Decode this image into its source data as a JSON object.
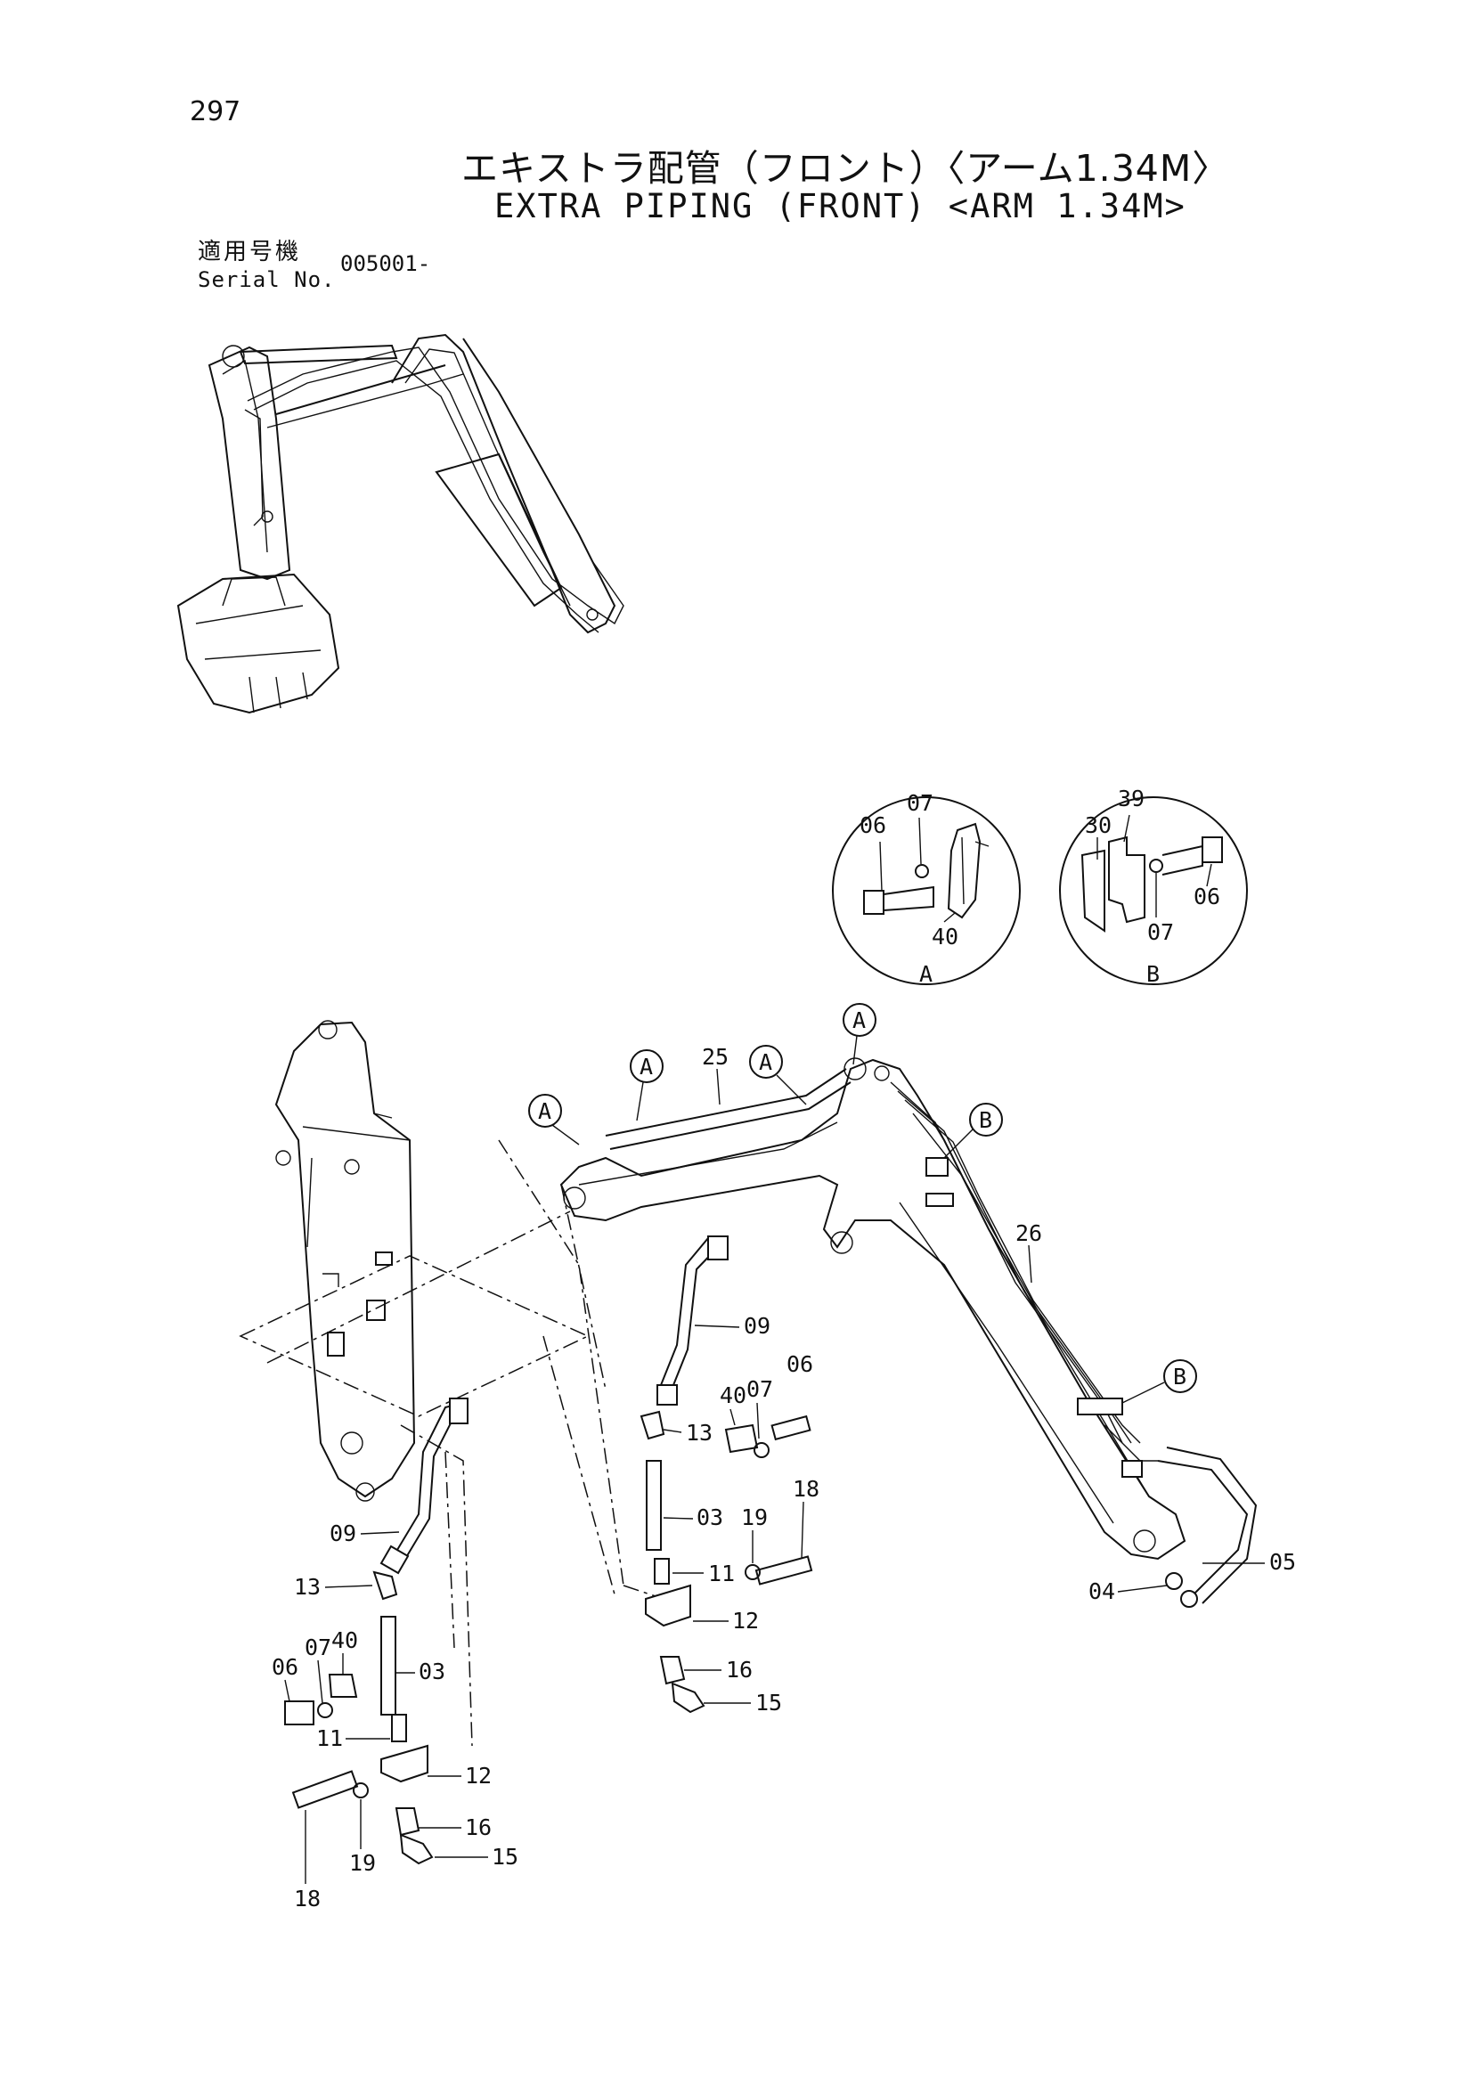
{
  "header": {
    "page_number": "297",
    "title_jp": "エキストラ配管（フロント）〈アーム1.34M〉",
    "title_en": "EXTRA PIPING (FRONT) <ARM 1.34M>",
    "serial_label_jp": "適用号機",
    "serial_label_en": "Serial No.",
    "serial_value": "005001-"
  },
  "detail_views": {
    "A": {
      "label": "A",
      "parts": [
        "06",
        "07",
        "40"
      ]
    },
    "B": {
      "label": "B",
      "parts": [
        "30",
        "39",
        "07",
        "06"
      ]
    }
  },
  "view_markers": [
    "A",
    "A",
    "A",
    "A",
    "B",
    "B"
  ],
  "part_callouts": {
    "p25": "25",
    "p26": "26",
    "p09a": "09",
    "p09b": "09",
    "p40a": "40",
    "p07a": "07",
    "p06a": "06",
    "p13a": "13",
    "p03a": "03",
    "p19a": "19",
    "p18a": "18",
    "p11a": "11",
    "p12a": "12",
    "p16a": "16",
    "p15a": "15",
    "p04": "04",
    "p05": "05",
    "p13b": "13",
    "p06b": "06",
    "p07b": "07",
    "p40b": "40",
    "p03b": "03",
    "p11b": "11",
    "p12b": "12",
    "p16b": "16",
    "p15b": "15",
    "p18b": "18",
    "p19b": "19"
  }
}
